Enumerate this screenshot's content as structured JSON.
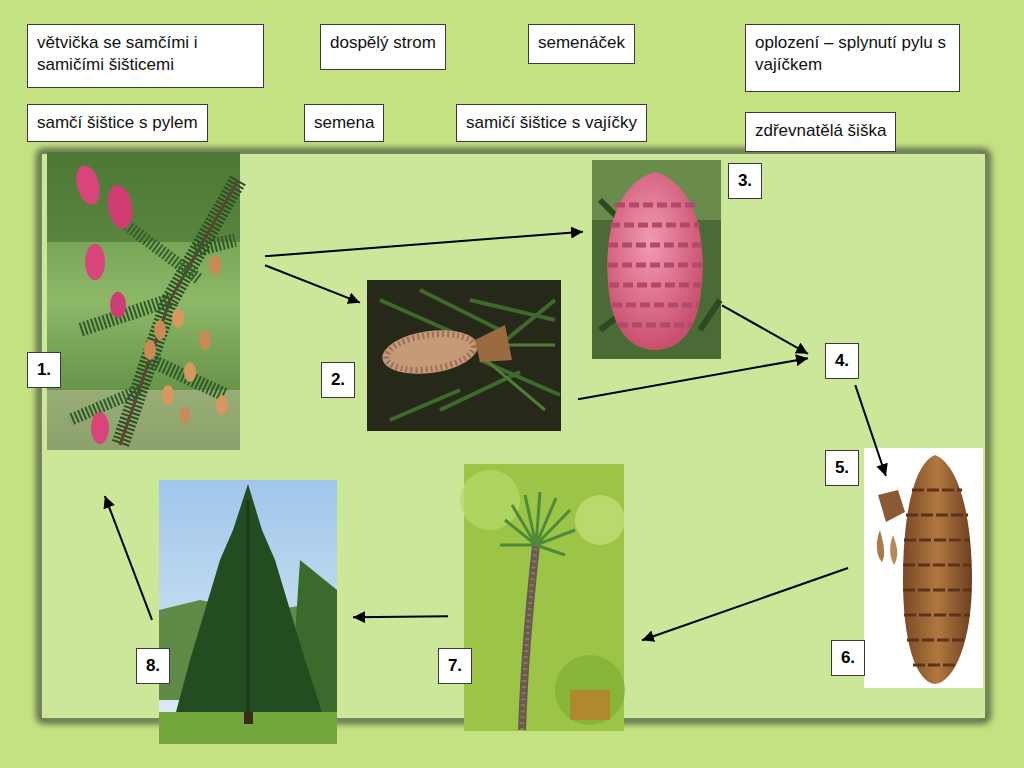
{
  "diagram": {
    "nodes": [
      {
        "text": [
          "větvička se samčími i samičími šišticemi"
        ]
      },
      {
        "text": [
          "dospělý strom"
        ]
      },
      {
        "text": [
          "semenáček"
        ]
      },
      {
        "text": [
          "oplození – splynutí pylu s vajíčkem"
        ]
      },
      {
        "text": [
          "samčí šištice s pylem"
        ]
      },
      {
        "text": [
          "semena"
        ]
      },
      {
        "text": [
          "samičí šištice s vajíčky"
        ]
      },
      {
        "text": [
          "zdřevnatělá šiška"
        ]
      },
      {
        "text": [
          "1."
        ]
      },
      {
        "text": [
          "2."
        ]
      },
      {
        "text": [
          "3."
        ]
      },
      {
        "text": [
          "4."
        ]
      },
      {
        "text": [
          "5."
        ]
      },
      {
        "text": [
          "6."
        ]
      },
      {
        "text": [
          "7."
        ]
      },
      {
        "text": [
          "8."
        ]
      }
    ],
    "edges": [
      {
        "from": 8,
        "to": 10,
        "arrow": "to"
      },
      {
        "from": 8,
        "to": 9,
        "arrow": "to"
      },
      {
        "from": 10,
        "to": 11,
        "arrow": "to"
      },
      {
        "from": 9,
        "to": 11,
        "arrow": "to"
      },
      {
        "from": 11,
        "to": 12,
        "arrow": "to"
      },
      {
        "from": 13,
        "to": 14,
        "arrow": "to"
      },
      {
        "from": 14,
        "to": 15,
        "arrow": "to"
      },
      {
        "from": 15,
        "to": 8,
        "arrow": "to"
      }
    ]
  }
}
